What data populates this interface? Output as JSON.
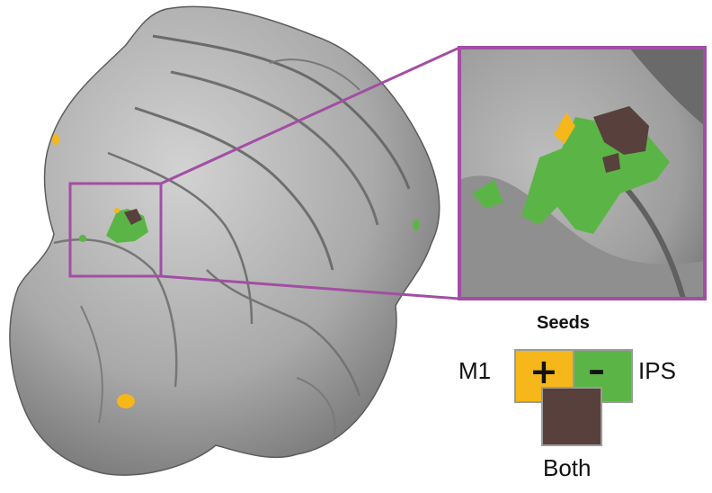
{
  "legend": {
    "title": "Seeds",
    "left_label": "M1",
    "right_label": "IPS",
    "bottom_label": "Both",
    "plus_sign": "+",
    "minus_sign": "–"
  },
  "colors": {
    "m1_seed": "#f5b719",
    "ips_seed": "#5bb546",
    "both_seeds": "#58403c",
    "zoom_frame": "#a24ea4",
    "swatch_border": "#9b9b9b"
  }
}
